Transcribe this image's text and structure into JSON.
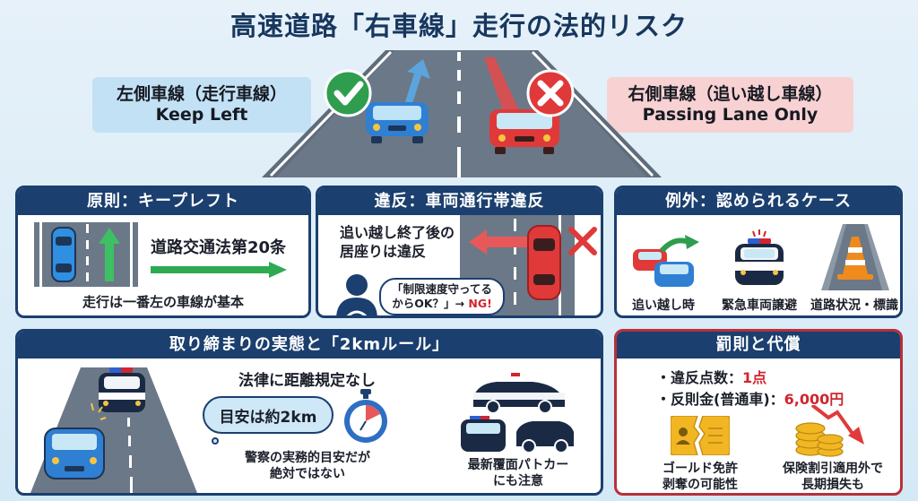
{
  "title": "高速道路「右車線」走行の法的リスク",
  "hero": {
    "left_lane": {
      "jp": "左側車線（走行車線）",
      "en": "Keep Left",
      "status_icon": "check-icon",
      "color": "#c3e1f5"
    },
    "right_lane": {
      "jp": "右側車線（追い越し車線）",
      "en": "Passing Lane Only",
      "status_icon": "x-icon",
      "color": "#f8d1d3"
    }
  },
  "panels": {
    "principle": {
      "header": "原則：キープレフト",
      "law": "道路交通法第20条",
      "caption": "走行は一番左の車線が基本"
    },
    "violation": {
      "header": "違反：車両通行帯違反",
      "line1": "追い越し終了後の",
      "line2": "居座りは違反",
      "bubble_line1": "「制限速度守ってる",
      "bubble_line2": "からOK？」→",
      "bubble_ng": "NG!"
    },
    "exceptions": {
      "header": "例外：認められるケース",
      "items": [
        {
          "label": "追い越し時",
          "icon": "overtaking-cars-icon"
        },
        {
          "label": "緊急車両譲避",
          "icon": "police-car-icon"
        },
        {
          "label": "道路状況・標識",
          "icon": "traffic-cone-icon"
        }
      ]
    },
    "enforcement": {
      "header": "取り締まりの実態と「2kmルール」",
      "no_rule": "法律に距離規定なし",
      "cloud": "目安は約2km",
      "note_line1": "警察の実務的目安だが",
      "note_line2": "絶対ではない",
      "unmarked_line1": "最新覆面パトカー",
      "unmarked_line2": "にも注意"
    },
    "penalty": {
      "header": "罰則と代償",
      "points_label": "・違反点数：",
      "points_value": "1点",
      "fine_label": "・反則金(普通車)：",
      "fine_value": "6,000円",
      "gold_line1": "ゴールド免許",
      "gold_line2": "剥奪の可能性",
      "ins_line1": "保険割引適用外で",
      "ins_line2": "長期損失も"
    }
  },
  "colors": {
    "navy": "#1b3f6e",
    "accent_red": "#d0262f",
    "green": "#2e9e4e",
    "blue_car": "#2f7fd3",
    "red_car": "#e0393a"
  }
}
